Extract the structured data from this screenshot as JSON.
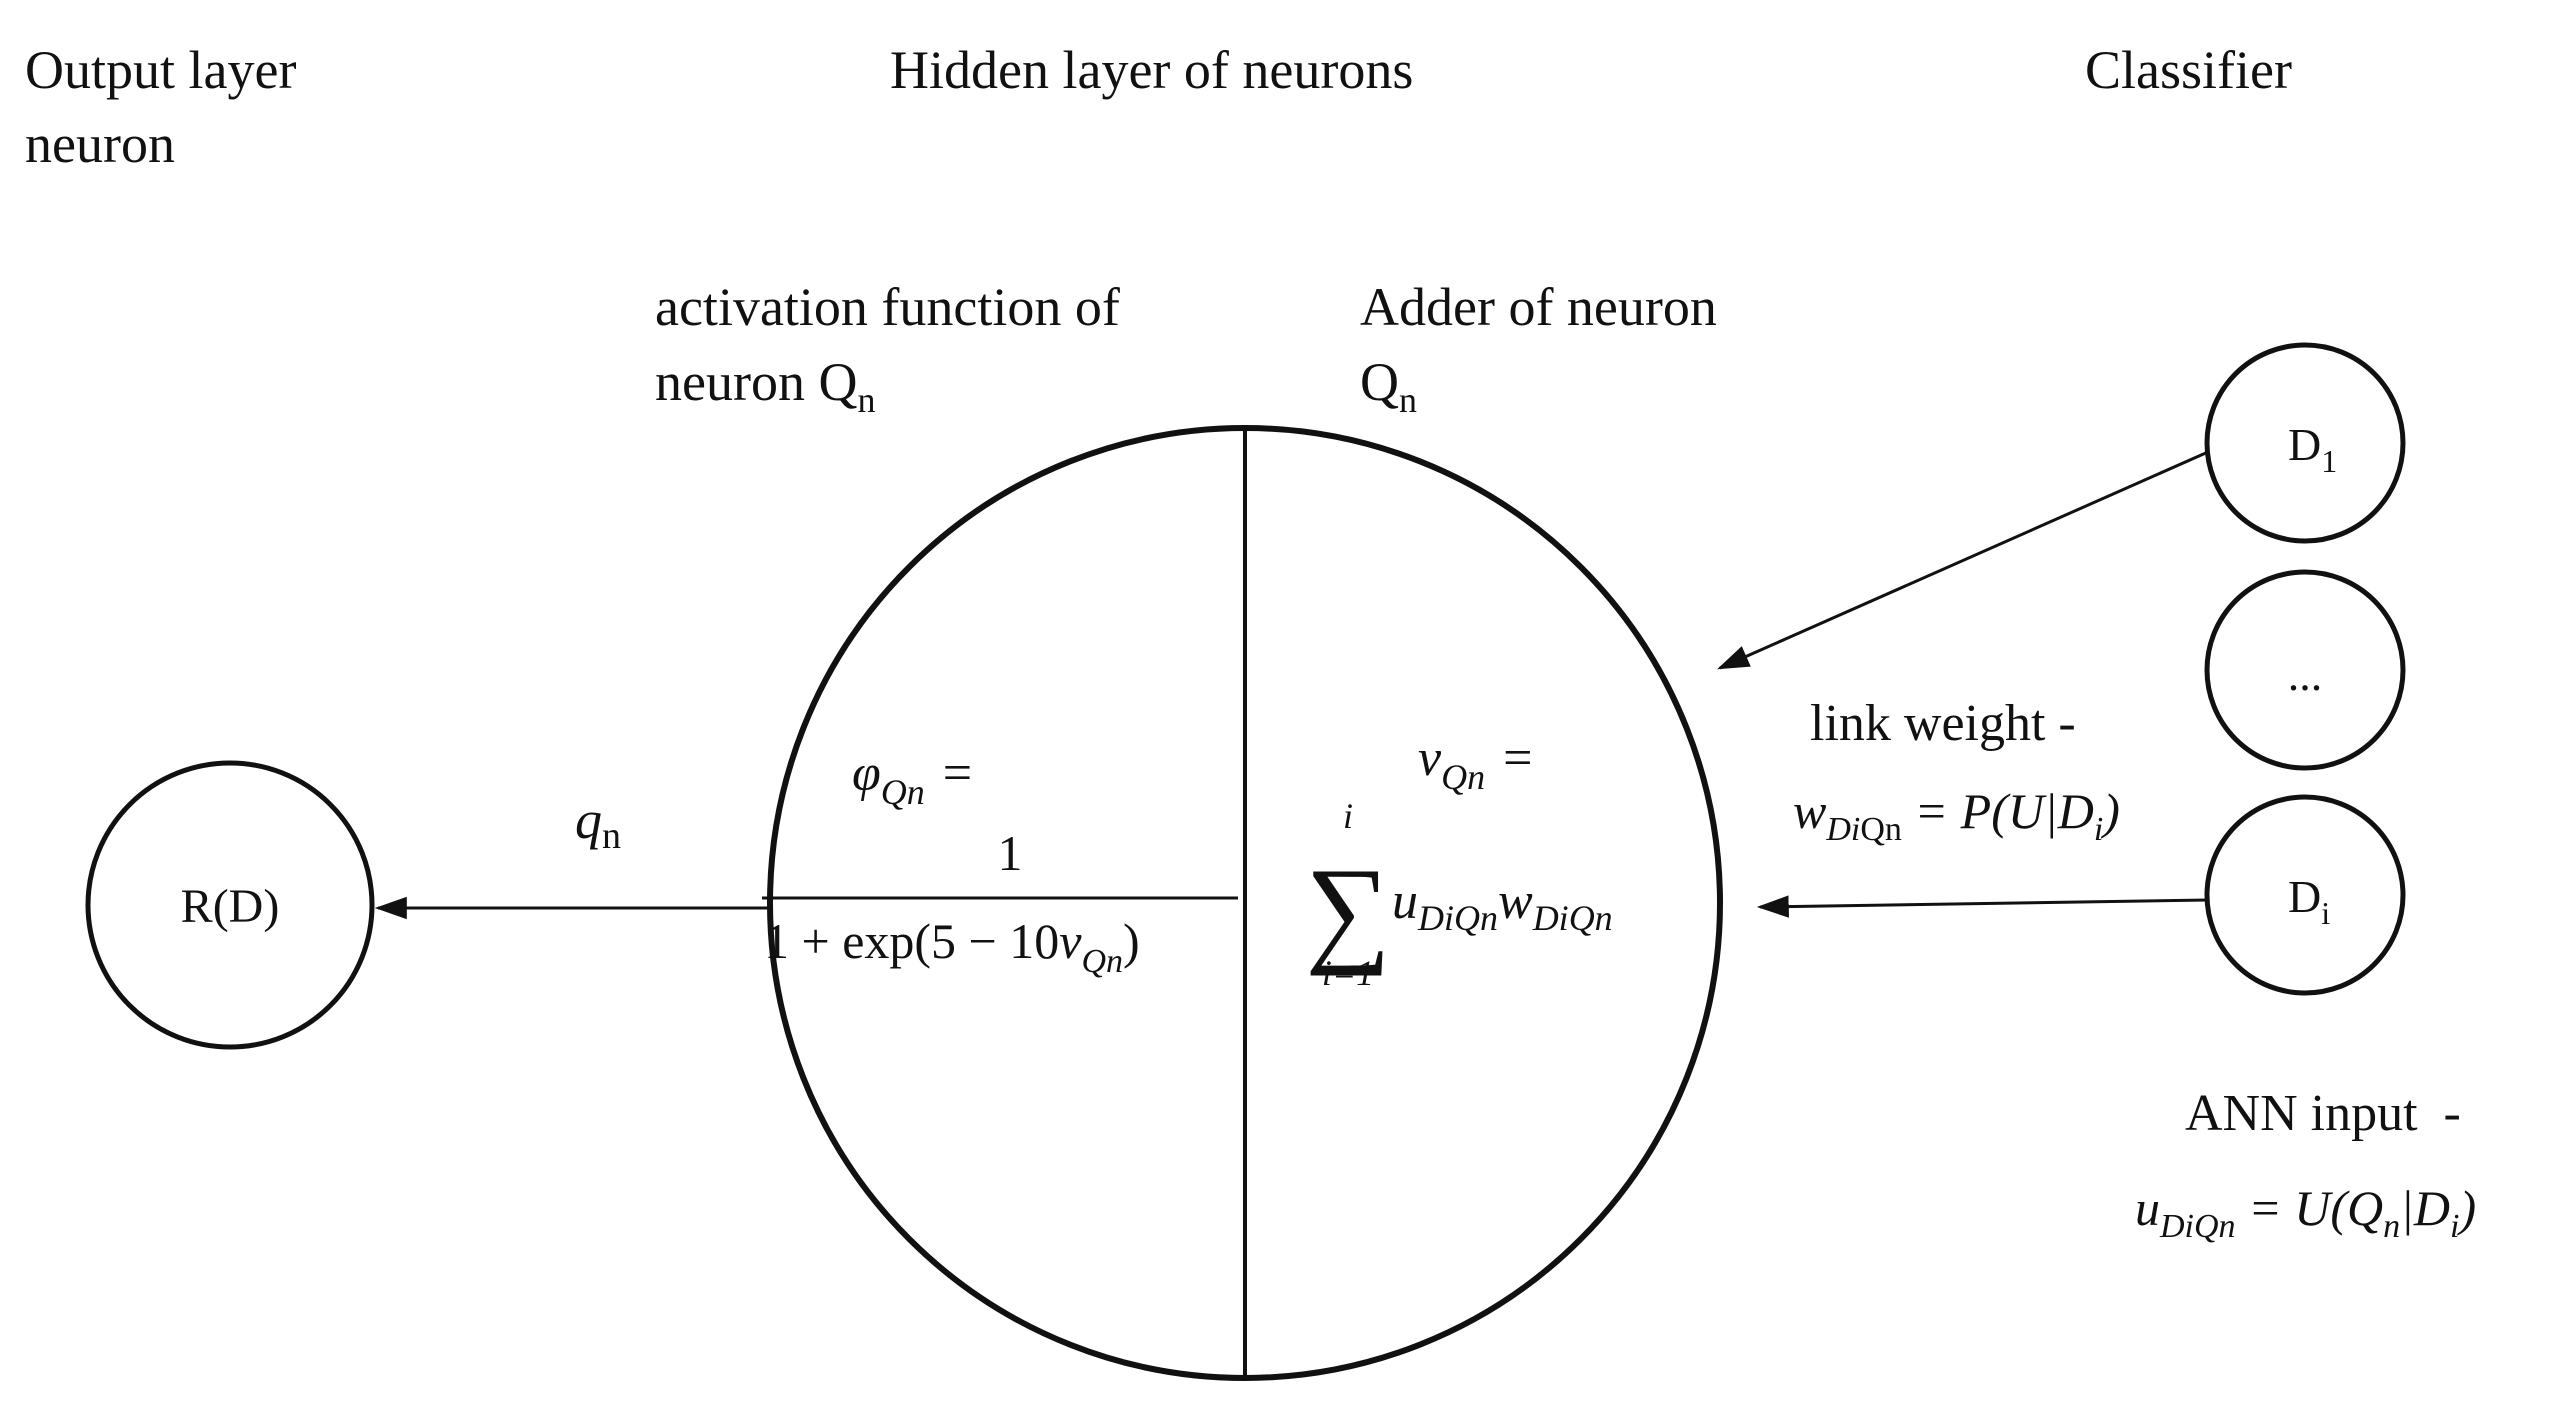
{
  "headers": {
    "output_line1": "Output layer",
    "output_line2": "neuron",
    "hidden": "Hidden layer of neurons",
    "classifier": "Classifier"
  },
  "activation_label": {
    "line1": "activation function of",
    "line2_prefix": "neuron Q",
    "line2_sub": "n"
  },
  "adder_label": {
    "line1": "Adder of neuron",
    "line2_prefix": "Q",
    "line2_sub": "n"
  },
  "output_node": {
    "label": "R(D)"
  },
  "signal": {
    "symbol": "q",
    "sub": "n"
  },
  "activation_formula": {
    "lhs_symbol": "φ",
    "lhs_sub": "Qn",
    "eq": "=",
    "numerator": "1",
    "denominator_prefix": "1 + exp(5 − 10",
    "denominator_v": "v",
    "denominator_sub": "Qn",
    "denominator_suffix": ")"
  },
  "adder_formula": {
    "lhs_symbol": "v",
    "lhs_sub": "Qn",
    "eq": "=",
    "sigma": "∑",
    "upper": "i",
    "lower": "i=1",
    "term1_symbol": "u",
    "term1_sub": "DiQn",
    "term2_symbol": "w",
    "term2_sub": "DiQn"
  },
  "classifier_nodes": [
    {
      "prefix": "D",
      "sub": "1"
    },
    {
      "prefix": "...",
      "sub": ""
    },
    {
      "prefix": "D",
      "sub": "i"
    }
  ],
  "link_weight": {
    "label": "link weight -",
    "symbol": "w",
    "sub_italic": "Di",
    "sub_upright": "Qn",
    "rhs_prefix": " = P(U|D",
    "rhs_sub": "i",
    "rhs_suffix": ")"
  },
  "ann_input": {
    "label": "ANN input  -",
    "symbol": "u",
    "sub": "DiQn",
    "rhs_prefix": " = U(Q",
    "rhs_sub1": "n",
    "rhs_mid": "|D",
    "rhs_sub2": "i",
    "rhs_suffix": ")"
  }
}
